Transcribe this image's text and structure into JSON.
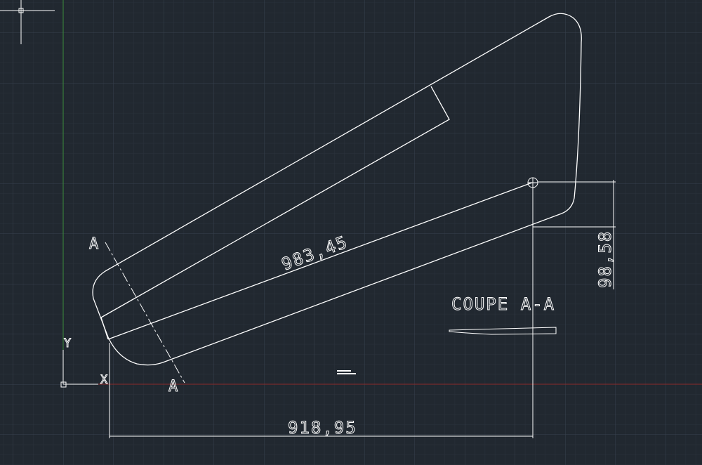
{
  "view": "AutoCAD model space (dark background)",
  "colors": {
    "background": "#212830",
    "grid_minor": "#2a323c",
    "grid_major": "#3a4452",
    "geometry": "#ffffff",
    "y_axis": "#3c8c3c",
    "x_axis": "#8c2a2a"
  },
  "drawing": {
    "dimension_diagonal": "983,45",
    "dimension_horizontal": "918,95",
    "dimension_vertical": "98,58",
    "section_label_top": "A",
    "section_label_bottom": "A",
    "section_title": "COUPE A-A"
  },
  "ucs": {
    "x_label": "X",
    "y_label": "Y"
  }
}
